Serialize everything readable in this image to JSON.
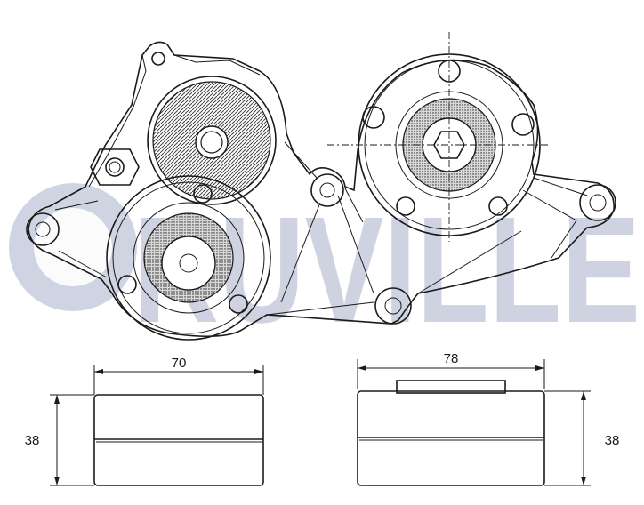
{
  "watermark": {
    "text": "RUVILLE",
    "color": "#26397c"
  },
  "dimensions": {
    "left_width": "70",
    "left_height": "38",
    "right_width": "78",
    "right_height": "38"
  },
  "colors": {
    "line": "#1a1a1a",
    "hatch": "#555555"
  }
}
